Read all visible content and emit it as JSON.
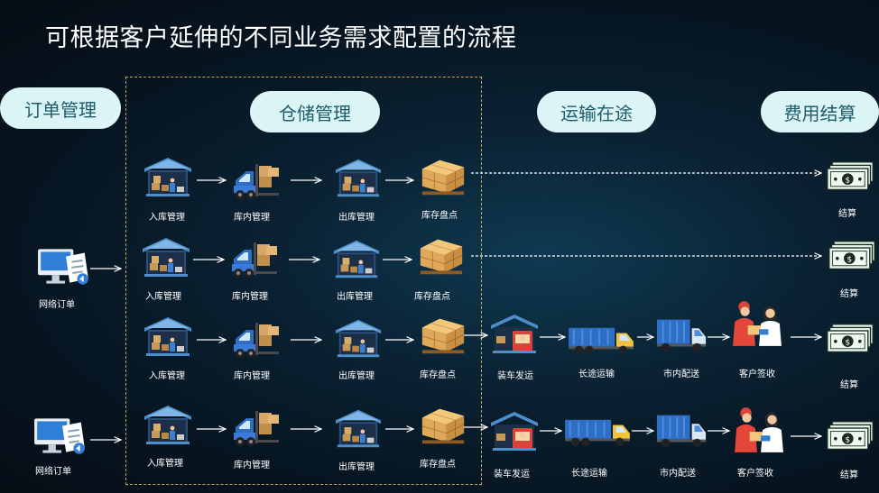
{
  "title": "可根据客户延伸的不同业务需求配置的流程",
  "stages": {
    "order": "订单管理",
    "storage": "仓储管理",
    "transport": "运输在途",
    "settlement": "费用结算"
  },
  "nodes": {
    "web_order": "网络订单",
    "inbound": "入库管理",
    "inhouse": "库内管理",
    "outbound": "出库管理",
    "inventory": "库存盘点",
    "loading": "装车发运",
    "longhaul": "长途运输",
    "city": "市内配送",
    "signing": "客户签收",
    "settle": "结算"
  }
}
